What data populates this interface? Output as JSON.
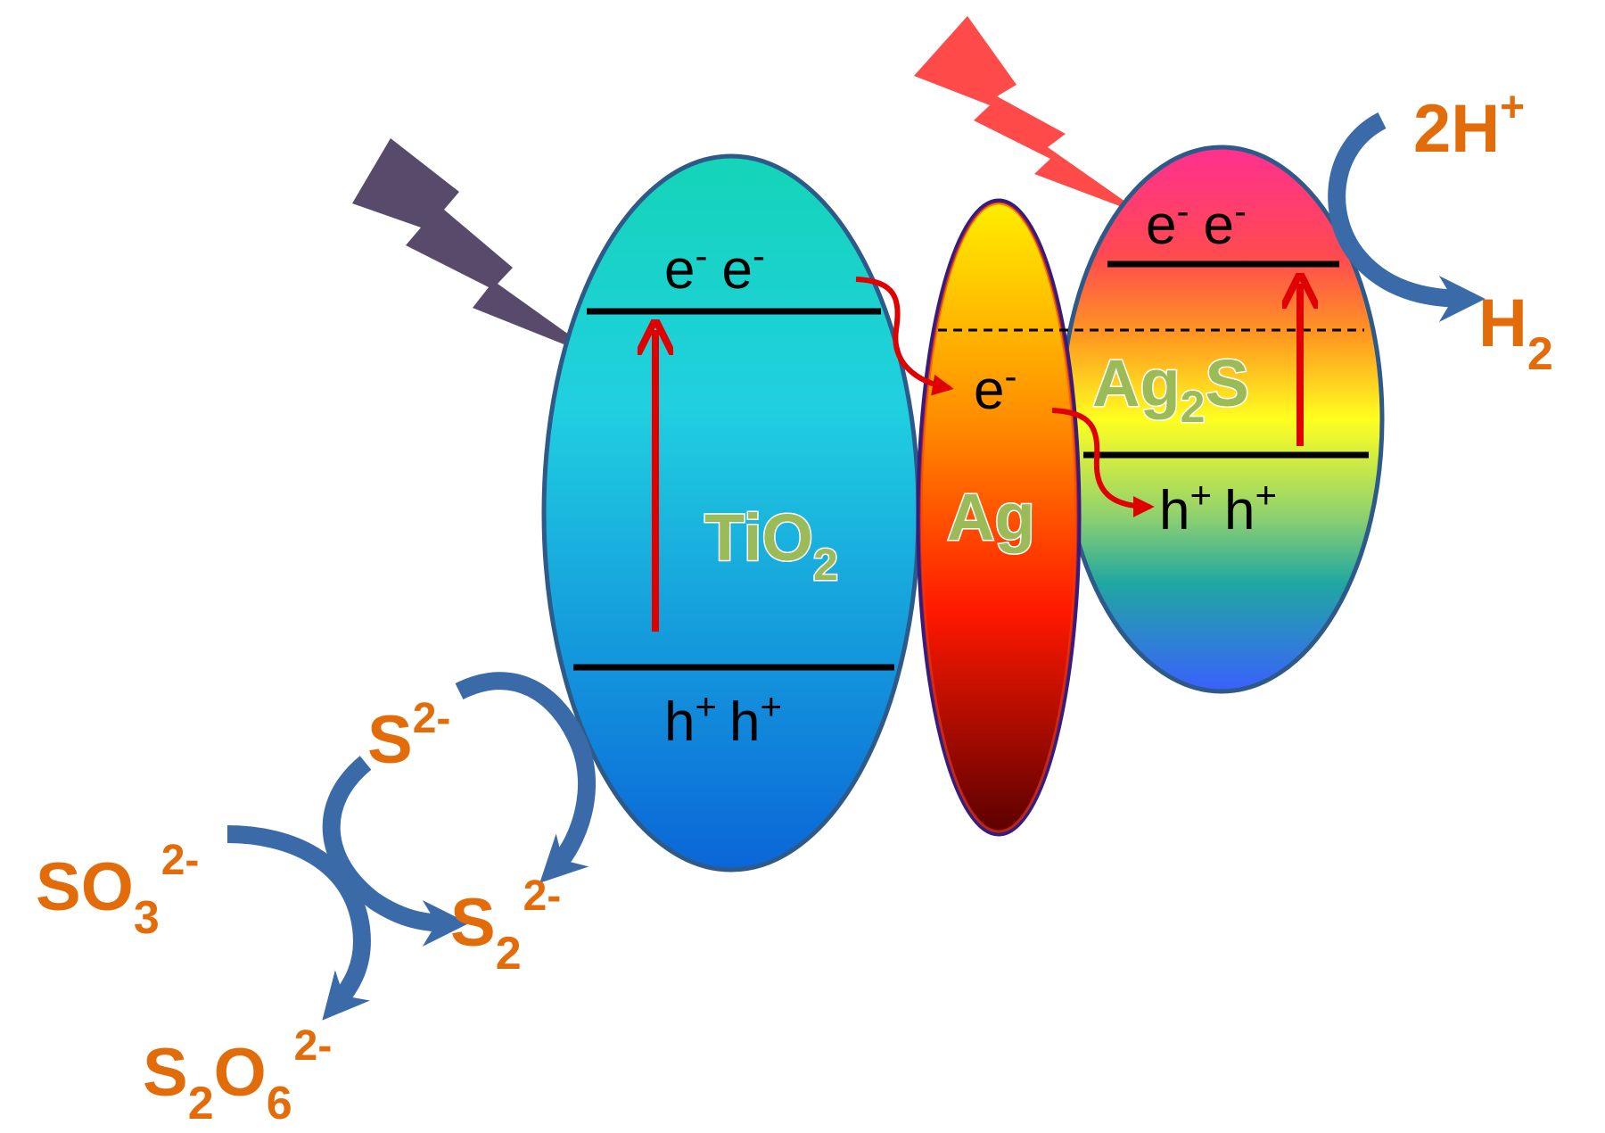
{
  "labels": {
    "tio2": {
      "main": "TiO",
      "sub": "2"
    },
    "ag": "Ag",
    "ag2s": {
      "a": "Ag",
      "sub": "2",
      "b": "S"
    },
    "electron": "e",
    "electron_charge": "-",
    "hole": "h",
    "hole_charge": "+",
    "proton_coef": "2H",
    "proton_charge": "+",
    "hydrogen": "H",
    "hydrogen_sub": "2",
    "sulfide": "S",
    "sulfide_charge": "2-",
    "sulfite": "SO",
    "sulfite_sub": "3",
    "sulfite_charge": "2-",
    "disulfide": "S",
    "disulfide_sub": "2",
    "disulfide_charge": "2-",
    "dithionate_s": "S",
    "dithionate_s_sub": "2",
    "dithionate_o": "O",
    "dithionate_o_sub": "6",
    "dithionate_charge": "2-"
  },
  "colors": {
    "tio2_top": "#14d4b8",
    "tio2_mid": "#20c8e0",
    "tio2_bottom": "#0a66d8",
    "ag_top": "#ffe000",
    "ag_mid": "#ff2000",
    "ag_bottom": "#6a0000",
    "ag2s_top": "#ff3a8a",
    "ag2s_mid": "#ffee22",
    "ag2s_bottom": "#3366ff",
    "outline": "#2e5a8a",
    "arrow_red": "#e00000",
    "arrow_blue": "#3a6aa8",
    "uv_bolt": "#574a6a",
    "vis_bolt": "#ff4a4a",
    "chem_text": "#e36c0a",
    "semi_text": "#9bbb59"
  },
  "icons": [
    "uv-light-bolt-icon",
    "visible-light-bolt-icon"
  ]
}
